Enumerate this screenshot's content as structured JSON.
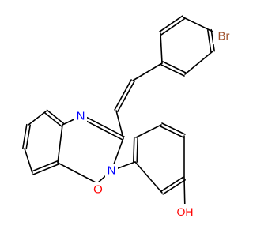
{
  "molecule": {
    "atoms": {
      "br": {
        "symbol": "Br",
        "color": "#a0522d"
      },
      "n1": {
        "symbol": "N",
        "color": "#0000ff"
      },
      "n3": {
        "symbol": "N",
        "color": "#0000ff"
      },
      "o_carbonyl": {
        "symbol": "O",
        "color": "#ff0000"
      },
      "oh": {
        "symbol": "OH",
        "color": "#ff0000"
      }
    },
    "bond_color": "#000000"
  }
}
